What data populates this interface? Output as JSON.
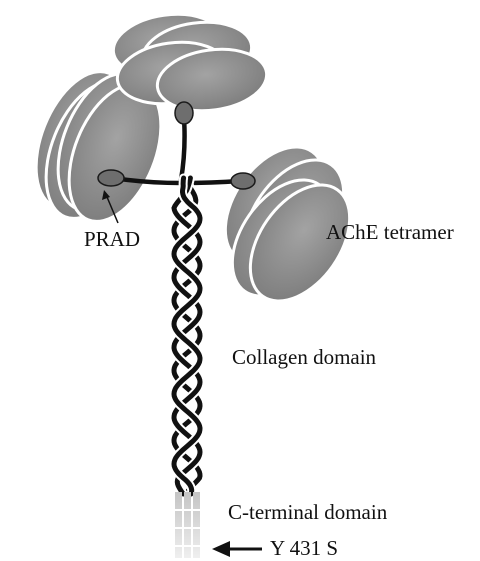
{
  "labels": {
    "prad": "PRAD",
    "ache_tetramer": "AChE tetramer",
    "collagen_domain": "Collagen domain",
    "c_terminal_domain": "C-terminal domain",
    "mutation": "Y 431 S"
  },
  "colors": {
    "subunit_fill": "#8f8f8f",
    "subunit_outline": "#ffffff",
    "strand": "#111111",
    "prad_bead": "#6e6e6e",
    "c_terminal_fill": "#cfcfcf",
    "text": "#111111"
  }
}
